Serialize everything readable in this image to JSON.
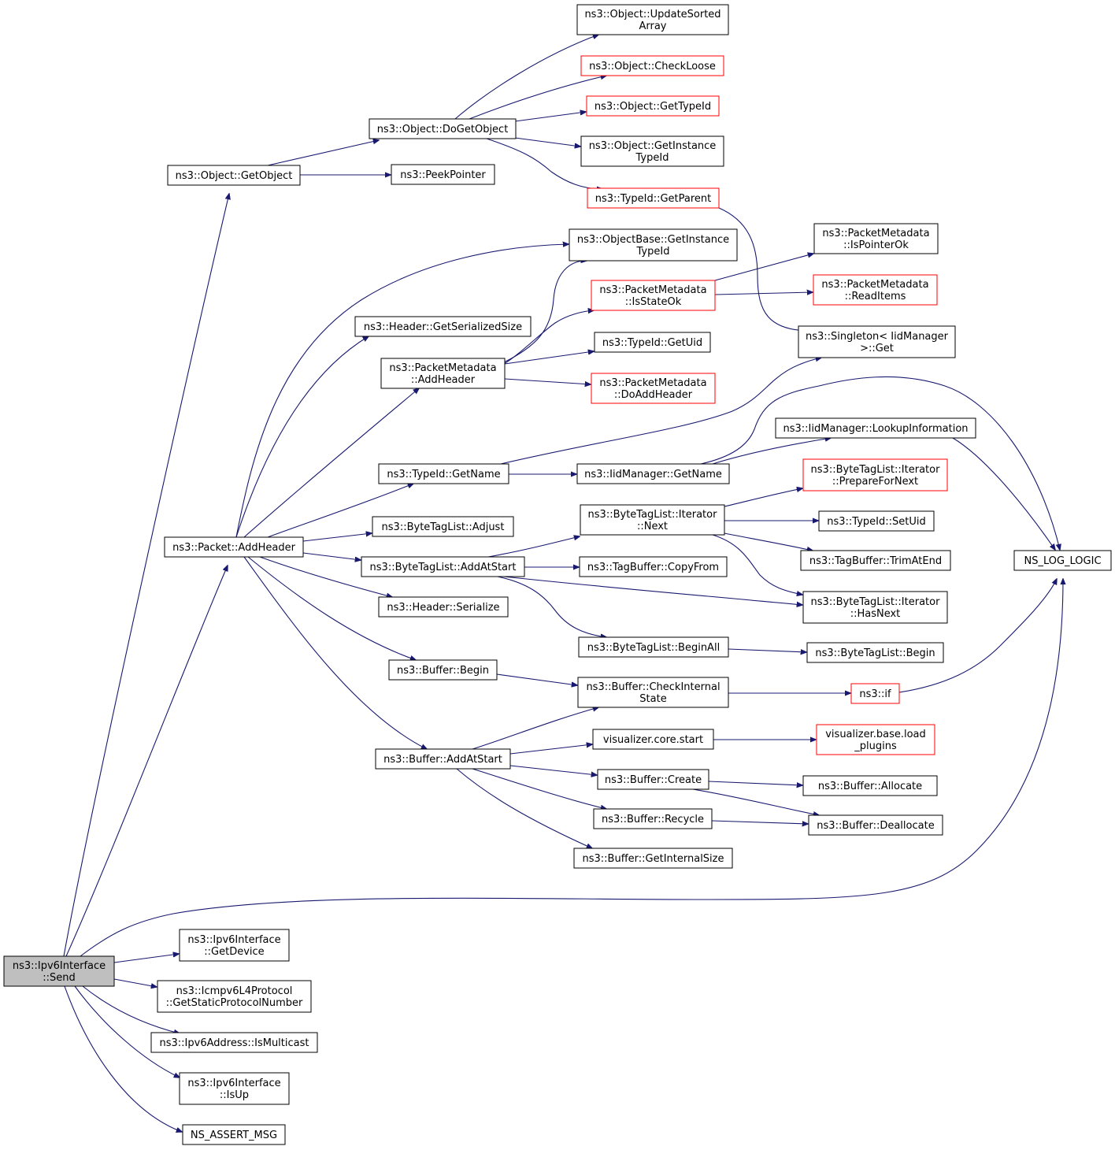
{
  "colors": {
    "edge": "#191970",
    "node_border": "#000000",
    "node_border_truncated": "#ff0000",
    "root_fill": "#bfbfbf",
    "node_fill": "#ffffff"
  },
  "nodes": [
    {
      "id": "n0",
      "lines": [
        "ns3::Ipv6Interface",
        "::Send"
      ],
      "root": true
    },
    {
      "id": "n1",
      "lines": [
        "ns3::Object::GetObject"
      ]
    },
    {
      "id": "n2",
      "lines": [
        "ns3::Object::DoGetObject"
      ]
    },
    {
      "id": "n3",
      "lines": [
        "ns3::Object::UpdateSorted",
        "Array"
      ]
    },
    {
      "id": "n4",
      "lines": [
        "ns3::Object::CheckLoose"
      ],
      "truncated": true
    },
    {
      "id": "n5",
      "lines": [
        "ns3::Object::GetTypeId"
      ],
      "truncated": true
    },
    {
      "id": "n6",
      "lines": [
        "ns3::Object::GetInstance",
        "TypeId"
      ]
    },
    {
      "id": "n7",
      "lines": [
        "ns3::TypeId::GetParent"
      ],
      "truncated": true
    },
    {
      "id": "n8",
      "lines": [
        "ns3::PeekPointer"
      ]
    },
    {
      "id": "n9",
      "lines": [
        "ns3::ObjectBase::GetInstance",
        "TypeId"
      ]
    },
    {
      "id": "n10",
      "lines": [
        "ns3::PacketMetadata",
        "::IsPointerOk"
      ]
    },
    {
      "id": "n11",
      "lines": [
        "ns3::PacketMetadata",
        "::IsStateOk"
      ],
      "truncated": true
    },
    {
      "id": "n12",
      "lines": [
        "ns3::PacketMetadata",
        "::ReadItems"
      ],
      "truncated": true
    },
    {
      "id": "n13",
      "lines": [
        "ns3::Header::GetSerializedSize"
      ]
    },
    {
      "id": "n14",
      "lines": [
        "ns3::Singleton< IidManager",
        " >::Get"
      ]
    },
    {
      "id": "n15",
      "lines": [
        "ns3::PacketMetadata",
        "::AddHeader"
      ]
    },
    {
      "id": "n16",
      "lines": [
        "ns3::TypeId::GetUid"
      ]
    },
    {
      "id": "n17",
      "lines": [
        "ns3::PacketMetadata",
        "::DoAddHeader"
      ],
      "truncated": true
    },
    {
      "id": "n18",
      "lines": [
        "ns3::IidManager::LookupInformation"
      ]
    },
    {
      "id": "n19",
      "lines": [
        "ns3::TypeId::GetName"
      ]
    },
    {
      "id": "n20",
      "lines": [
        "ns3::IidManager::GetName"
      ]
    },
    {
      "id": "n21",
      "lines": [
        "ns3::ByteTagList::Iterator",
        "::PrepareForNext"
      ],
      "truncated": true
    },
    {
      "id": "n22",
      "lines": [
        "ns3::ByteTagList::Iterator",
        "::Next"
      ]
    },
    {
      "id": "n23",
      "lines": [
        "ns3::TypeId::SetUid"
      ]
    },
    {
      "id": "n24",
      "lines": [
        "ns3::ByteTagList::Adjust"
      ]
    },
    {
      "id": "n25",
      "lines": [
        "ns3::Packet::AddHeader"
      ]
    },
    {
      "id": "n26",
      "lines": [
        "NS_LOG_LOGIC"
      ]
    },
    {
      "id": "n27",
      "lines": [
        "ns3::TagBuffer::TrimAtEnd"
      ]
    },
    {
      "id": "n28",
      "lines": [
        "ns3::ByteTagList::AddAtStart"
      ]
    },
    {
      "id": "n29",
      "lines": [
        "ns3::TagBuffer::CopyFrom"
      ]
    },
    {
      "id": "n30",
      "lines": [
        "ns3::ByteTagList::Iterator",
        "::HasNext"
      ]
    },
    {
      "id": "n31",
      "lines": [
        "ns3::Header::Serialize"
      ]
    },
    {
      "id": "n32",
      "lines": [
        "ns3::ByteTagList::BeginAll"
      ]
    },
    {
      "id": "n33",
      "lines": [
        "ns3::ByteTagList::Begin"
      ]
    },
    {
      "id": "n34",
      "lines": [
        "ns3::Buffer::Begin"
      ]
    },
    {
      "id": "n35",
      "lines": [
        "ns3::Buffer::CheckInternal",
        "State"
      ]
    },
    {
      "id": "n36",
      "lines": [
        "ns3::if"
      ],
      "truncated": true
    },
    {
      "id": "n37",
      "lines": [
        "visualizer.core.start"
      ]
    },
    {
      "id": "n38",
      "lines": [
        "visualizer.base.load",
        "_plugins"
      ],
      "truncated": true
    },
    {
      "id": "n39",
      "lines": [
        "ns3::Buffer::AddAtStart"
      ]
    },
    {
      "id": "n40",
      "lines": [
        "ns3::Buffer::Create"
      ]
    },
    {
      "id": "n41",
      "lines": [
        "ns3::Buffer::Allocate"
      ]
    },
    {
      "id": "n42",
      "lines": [
        "ns3::Buffer::Recycle"
      ]
    },
    {
      "id": "n43",
      "lines": [
        "ns3::Buffer::Deallocate"
      ]
    },
    {
      "id": "n44",
      "lines": [
        "ns3::Buffer::GetInternalSize"
      ]
    },
    {
      "id": "n45",
      "lines": [
        "ns3::Ipv6Interface",
        "::GetDevice"
      ]
    },
    {
      "id": "n46",
      "lines": [
        "ns3::Icmpv6L4Protocol",
        "::GetStaticProtocolNumber"
      ]
    },
    {
      "id": "n47",
      "lines": [
        "ns3::Ipv6Address::IsMulticast"
      ]
    },
    {
      "id": "n48",
      "lines": [
        "ns3::Ipv6Interface",
        "::IsUp"
      ]
    },
    {
      "id": "n49",
      "lines": [
        "NS_ASSERT_MSG"
      ]
    }
  ],
  "edges": [
    [
      "n0",
      "n1"
    ],
    [
      "n0",
      "n25"
    ],
    [
      "n0",
      "n26"
    ],
    [
      "n0",
      "n45"
    ],
    [
      "n0",
      "n46"
    ],
    [
      "n0",
      "n47"
    ],
    [
      "n0",
      "n48"
    ],
    [
      "n0",
      "n49"
    ],
    [
      "n1",
      "n2"
    ],
    [
      "n1",
      "n8"
    ],
    [
      "n2",
      "n3"
    ],
    [
      "n2",
      "n4"
    ],
    [
      "n2",
      "n5"
    ],
    [
      "n2",
      "n6"
    ],
    [
      "n2",
      "n7"
    ],
    [
      "n7",
      "n14"
    ],
    [
      "n25",
      "n9"
    ],
    [
      "n25",
      "n13"
    ],
    [
      "n25",
      "n15"
    ],
    [
      "n25",
      "n19"
    ],
    [
      "n25",
      "n24"
    ],
    [
      "n25",
      "n28"
    ],
    [
      "n25",
      "n31"
    ],
    [
      "n25",
      "n34"
    ],
    [
      "n25",
      "n39"
    ],
    [
      "n15",
      "n9"
    ],
    [
      "n15",
      "n11"
    ],
    [
      "n15",
      "n16"
    ],
    [
      "n15",
      "n17"
    ],
    [
      "n11",
      "n10"
    ],
    [
      "n11",
      "n12"
    ],
    [
      "n19",
      "n14"
    ],
    [
      "n19",
      "n20"
    ],
    [
      "n20",
      "n18"
    ],
    [
      "n20",
      "n26"
    ],
    [
      "n18",
      "n26"
    ],
    [
      "n28",
      "n22"
    ],
    [
      "n28",
      "n29"
    ],
    [
      "n28",
      "n30"
    ],
    [
      "n28",
      "n32"
    ],
    [
      "n22",
      "n21"
    ],
    [
      "n22",
      "n23"
    ],
    [
      "n22",
      "n27"
    ],
    [
      "n22",
      "n30"
    ],
    [
      "n32",
      "n33"
    ],
    [
      "n34",
      "n35"
    ],
    [
      "n35",
      "n36"
    ],
    [
      "n36",
      "n26"
    ],
    [
      "n39",
      "n35"
    ],
    [
      "n39",
      "n37"
    ],
    [
      "n39",
      "n40"
    ],
    [
      "n39",
      "n42"
    ],
    [
      "n39",
      "n44"
    ],
    [
      "n37",
      "n38"
    ],
    [
      "n40",
      "n41"
    ],
    [
      "n40",
      "n43"
    ],
    [
      "n42",
      "n43"
    ]
  ]
}
